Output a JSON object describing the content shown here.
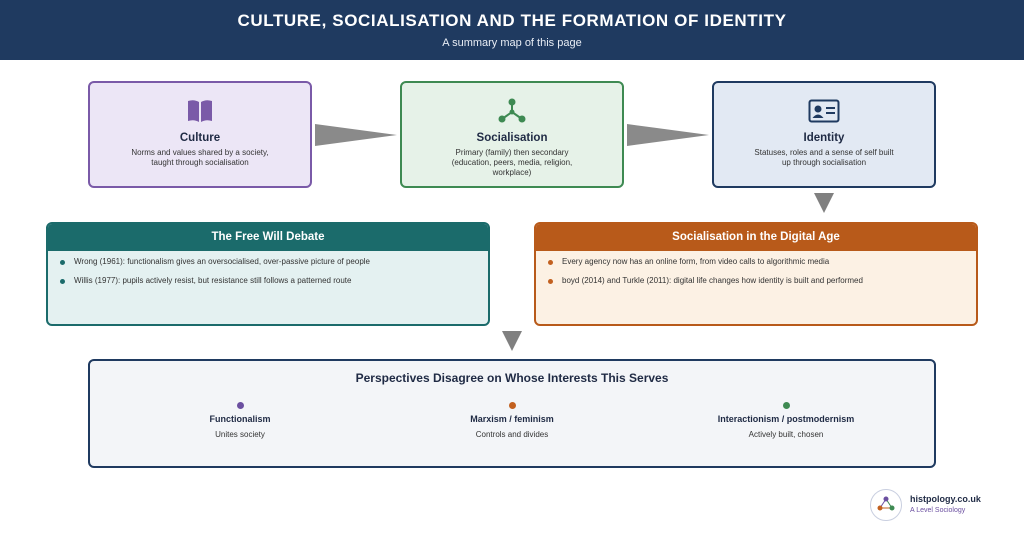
{
  "header": {
    "title": "CULTURE, SOCIALISATION AND THE FORMATION OF IDENTITY",
    "subtitle": "A summary map of this page"
  },
  "boxes": [
    {
      "title": "Culture",
      "desc": "Norms and values shared by a society, taught through socialisation",
      "icon": "book-icon",
      "color": "#7a5aa8",
      "bg": "#ece6f6"
    },
    {
      "title": "Socialisation",
      "desc": "Primary (family) then secondary (education, peers, media, religion, workplace)",
      "icon": "network-icon",
      "color": "#3e8a52",
      "bg": "#e6f2e8"
    },
    {
      "title": "Identity",
      "desc": "Statuses, roles and a sense of self built up through socialisation",
      "icon": "id-card-icon",
      "color": "#1f3a60",
      "bg": "#e2e9f3"
    }
  ],
  "free_will": {
    "title": "The Free Will Debate",
    "color": "#1b6b6b",
    "bg": "#e4f1f1",
    "items": [
      "Wrong (1961): functionalism gives an oversocialised, over-passive picture of people",
      "Willis (1977): pupils actively resist, but resistance still follows a patterned route"
    ]
  },
  "digital": {
    "title": "Socialisation in the Digital Age",
    "color": "#b85a1a",
    "bg": "#fcf1e4",
    "items": [
      "Every agency now has an online form, from video calls to algorithmic media",
      "boyd (2014) and Turkle (2011): digital life changes how identity is built and performed"
    ]
  },
  "perspectives": {
    "title": "Perspectives Disagree on Whose Interests This Serves",
    "columns": [
      {
        "name": "Functionalism",
        "desc": "Unites society",
        "color": "#6b4fa0"
      },
      {
        "name": "Marxism / feminism",
        "desc": "Controls and divides",
        "color": "#c2601f"
      },
      {
        "name": "Interactionism / postmodernism",
        "desc": "Actively built, chosen",
        "color": "#3e8a52"
      }
    ]
  },
  "logo": {
    "site": "histpology.co.uk",
    "tagline": "A Level Sociology"
  }
}
